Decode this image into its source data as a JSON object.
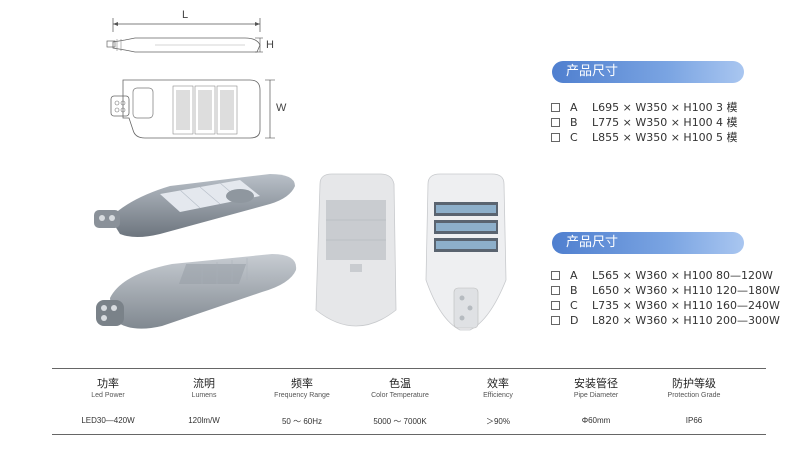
{
  "drawing": {
    "length_label": "L",
    "height_label": "H",
    "width_label": "W"
  },
  "section1": {
    "title": "产品尺寸",
    "rows": [
      {
        "letter": "A",
        "dims": "L695 × W350 × H100",
        "extra": "3 模"
      },
      {
        "letter": "B",
        "dims": "L775 × W350 × H100",
        "extra": "4 模"
      },
      {
        "letter": "C",
        "dims": "L855 × W350 × H100",
        "extra": "5 模"
      }
    ]
  },
  "section2": {
    "title": "产品尺寸",
    "rows": [
      {
        "letter": "A",
        "dims": "L565 × W360 × H100",
        "extra": "80—120W"
      },
      {
        "letter": "B",
        "dims": "L650 × W360 × H110",
        "extra": "120—180W"
      },
      {
        "letter": "C",
        "dims": "L735 × W360 × H110",
        "extra": "160—240W"
      },
      {
        "letter": "D",
        "dims": "L820 × W360 × H110",
        "extra": "200—300W"
      }
    ]
  },
  "table": {
    "columns": [
      {
        "zh": "功率",
        "en": "Led Power",
        "value": "LED30—420W"
      },
      {
        "zh": "流明",
        "en": "Lumens",
        "value": "120lm/W"
      },
      {
        "zh": "频率",
        "en": "Frequency Range",
        "value": "50 ～ 60Hz"
      },
      {
        "zh": "色温",
        "en": "Color Temperature",
        "value": "5000 ～ 7000K"
      },
      {
        "zh": "效率",
        "en": "Efficiency",
        "value": "＞90%"
      },
      {
        "zh": "安装管径",
        "en": "Pipe Diameter",
        "value": "Φ60mm"
      },
      {
        "zh": "防护等级",
        "en": "Protection Grade",
        "value": "IP66"
      }
    ]
  },
  "colors": {
    "header_blue": "#5b8ad6",
    "housing_gray": "#9aa3ad",
    "panel_light": "#e8e8e8"
  }
}
